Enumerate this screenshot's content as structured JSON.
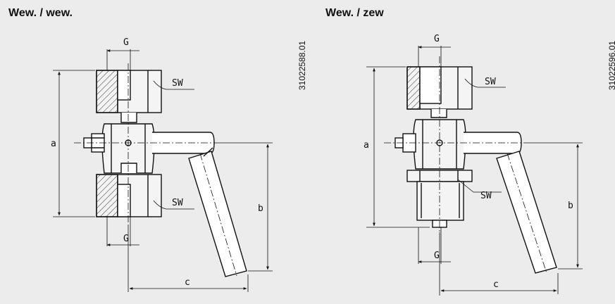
{
  "left": {
    "title": "Wew. / wew.",
    "code": "31022588.01",
    "labels": {
      "g_top": "G",
      "g_bottom": "G",
      "sw_top": "SW",
      "sw_bottom": "SW",
      "a": "a",
      "b": "b",
      "c": "c"
    }
  },
  "right": {
    "title": "Wew. / zew",
    "code": "31022596.01",
    "labels": {
      "g_top": "G",
      "g_bottom": "G",
      "sw_top": "SW",
      "sw_bottom": "SW",
      "a": "a",
      "b": "b",
      "c": "c"
    }
  }
}
